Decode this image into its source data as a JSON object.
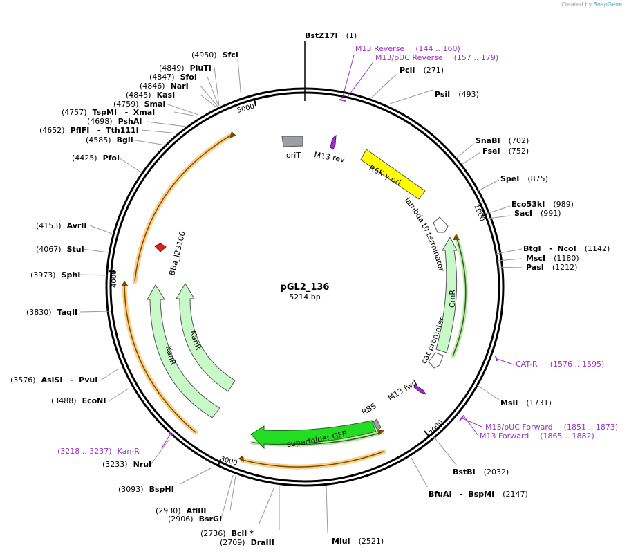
{
  "credit": {
    "prefix": "Created by",
    "brand": "SnapGene"
  },
  "plasmid": {
    "name": "pGL2_136",
    "size_label": "5214 bp",
    "length": 5214
  },
  "tick_labels": [
    "1000",
    "2000",
    "3000",
    "4000",
    "5000"
  ],
  "sites": [
    {
      "name": "BstZ17I",
      "pos": "(1)"
    },
    {
      "name": "PciI",
      "pos": "(271)"
    },
    {
      "name": "PsiI",
      "pos": "(493)"
    },
    {
      "name": "SnaBI",
      "pos": "(702)"
    },
    {
      "name": "FseI",
      "pos": "(752)"
    },
    {
      "name": "SpeI",
      "pos": "(875)"
    },
    {
      "name": "Eco53kI",
      "pos": "(989)"
    },
    {
      "name": "SacI",
      "pos": "(991)"
    },
    {
      "name": "BtgI   -  NcoI",
      "pos": "(1142)"
    },
    {
      "name": "MscI",
      "pos": "(1180)"
    },
    {
      "name": "PasI",
      "pos": "(1212)"
    },
    {
      "name": "MslI",
      "pos": "(1731)"
    },
    {
      "name": "BstBI",
      "pos": "(2032)"
    },
    {
      "name": "BfuAI   -  BspMI",
      "pos": "(2147)"
    },
    {
      "name": "MluI",
      "pos": "(2521)"
    },
    {
      "name": "BclI *",
      "pos": "(2736)"
    },
    {
      "name": "DraIII",
      "pos": "(2709)"
    },
    {
      "name": "BsrGI",
      "pos": "(2906)"
    },
    {
      "name": "AflIII",
      "pos": "(2930)"
    },
    {
      "name": "BspHI",
      "pos": "(3093)"
    },
    {
      "name": "NruI",
      "pos": "(3233)"
    },
    {
      "name": "EcoNI",
      "pos": "(3488)"
    },
    {
      "name": "AsiSI   -  PvuI",
      "pos": "(3576)"
    },
    {
      "name": "TaqII",
      "pos": "(3830)"
    },
    {
      "name": "SphI",
      "pos": "(3973)"
    },
    {
      "name": "StuI",
      "pos": "(4067)"
    },
    {
      "name": "AvrII",
      "pos": "(4153)"
    },
    {
      "name": "PfoI",
      "pos": "(4425)"
    },
    {
      "name": "BglI",
      "pos": "(4585)"
    },
    {
      "name": "PflFI   -  Tth111I",
      "pos": "(4652)"
    },
    {
      "name": "PshAI",
      "pos": "(4698)"
    },
    {
      "name": "TspMI   -  XmaI",
      "pos": "(4757)"
    },
    {
      "name": "SmaI",
      "pos": "(4759)"
    },
    {
      "name": "KasI",
      "pos": "(4845)"
    },
    {
      "name": "NarI",
      "pos": "(4846)"
    },
    {
      "name": "SfoI",
      "pos": "(4847)"
    },
    {
      "name": "PluTI",
      "pos": "(4849)"
    },
    {
      "name": "SfcI",
      "pos": "(4950)"
    }
  ],
  "primers": [
    {
      "name": "M13 Reverse",
      "range": "(144 .. 160)"
    },
    {
      "name": "M13/pUC Reverse",
      "range": "(157 .. 179)"
    },
    {
      "name": "CAT-R",
      "range": "(1576 .. 1595)"
    },
    {
      "name": "M13/pUC Forward",
      "range": "(1851 .. 1873)"
    },
    {
      "name": "M13 Forward",
      "range": "(1865 .. 1882)"
    },
    {
      "name": "Kan-R",
      "range": "(3218 .. 3237)"
    }
  ],
  "features": {
    "r6k": "R6K γ ori",
    "oriT": "oriT",
    "m13rev": "M13 rev",
    "lambda": "lambda t0 terminator",
    "cmr": "CmR",
    "cat_promoter": "cat promoter",
    "m13fwd": "M13 fwd",
    "rbs": "RBS",
    "gfp": "superfolder GFP",
    "kanr_inner": "KanR",
    "kanr_outer": "KanR",
    "bba": "BBa_J23100"
  },
  "colors": {
    "primer": "#9b30c8",
    "orange": "#f5a623",
    "dark_orange": "#7a4a00",
    "green_light": "#c8f7c8",
    "green_bright": "#22dd22",
    "yellow": "#ffff00",
    "red": "#e02020",
    "grey": "#9aa0a6"
  }
}
